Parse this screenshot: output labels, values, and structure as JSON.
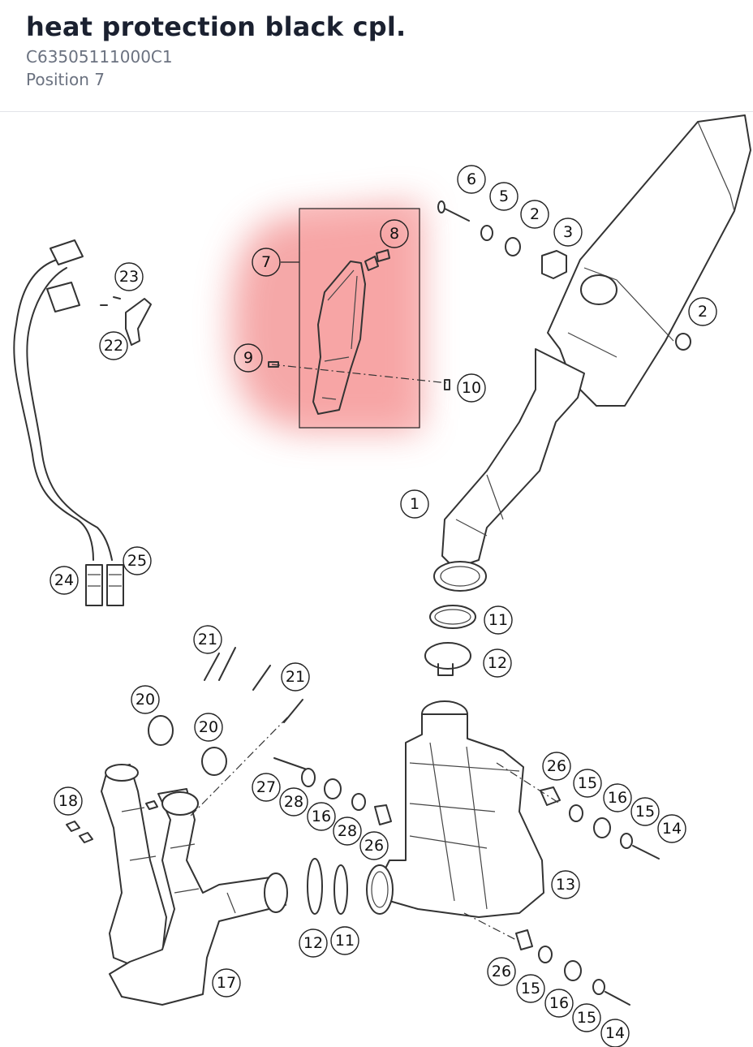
{
  "header": {
    "title": "heat protection black cpl.",
    "part_number": "C63505111000C1",
    "position": "Position 7"
  },
  "highlight": {
    "position_label": "7",
    "color": "#f28b8b"
  },
  "callouts": {
    "c1": "1",
    "c2a": "2",
    "c2b": "2",
    "c3": "3",
    "c5": "5",
    "c6": "6",
    "c7": "7",
    "c8": "8",
    "c9": "9",
    "c10": "10",
    "c11a": "11",
    "c11b": "11",
    "c12a": "12",
    "c12b": "12",
    "c13": "13",
    "c14a": "14",
    "c14b": "14",
    "c15a": "15",
    "c15b": "15",
    "c15c": "15",
    "c15d": "15",
    "c16a": "16",
    "c16b": "16",
    "c16c": "16",
    "c17": "17",
    "c18": "18",
    "c20a": "20",
    "c20b": "20",
    "c21a": "21",
    "c21b": "21",
    "c22": "22",
    "c23": "23",
    "c24": "24",
    "c25": "25",
    "c26a": "26",
    "c26b": "26",
    "c26c": "26",
    "c27": "27",
    "c28a": "28",
    "c28b": "28"
  }
}
